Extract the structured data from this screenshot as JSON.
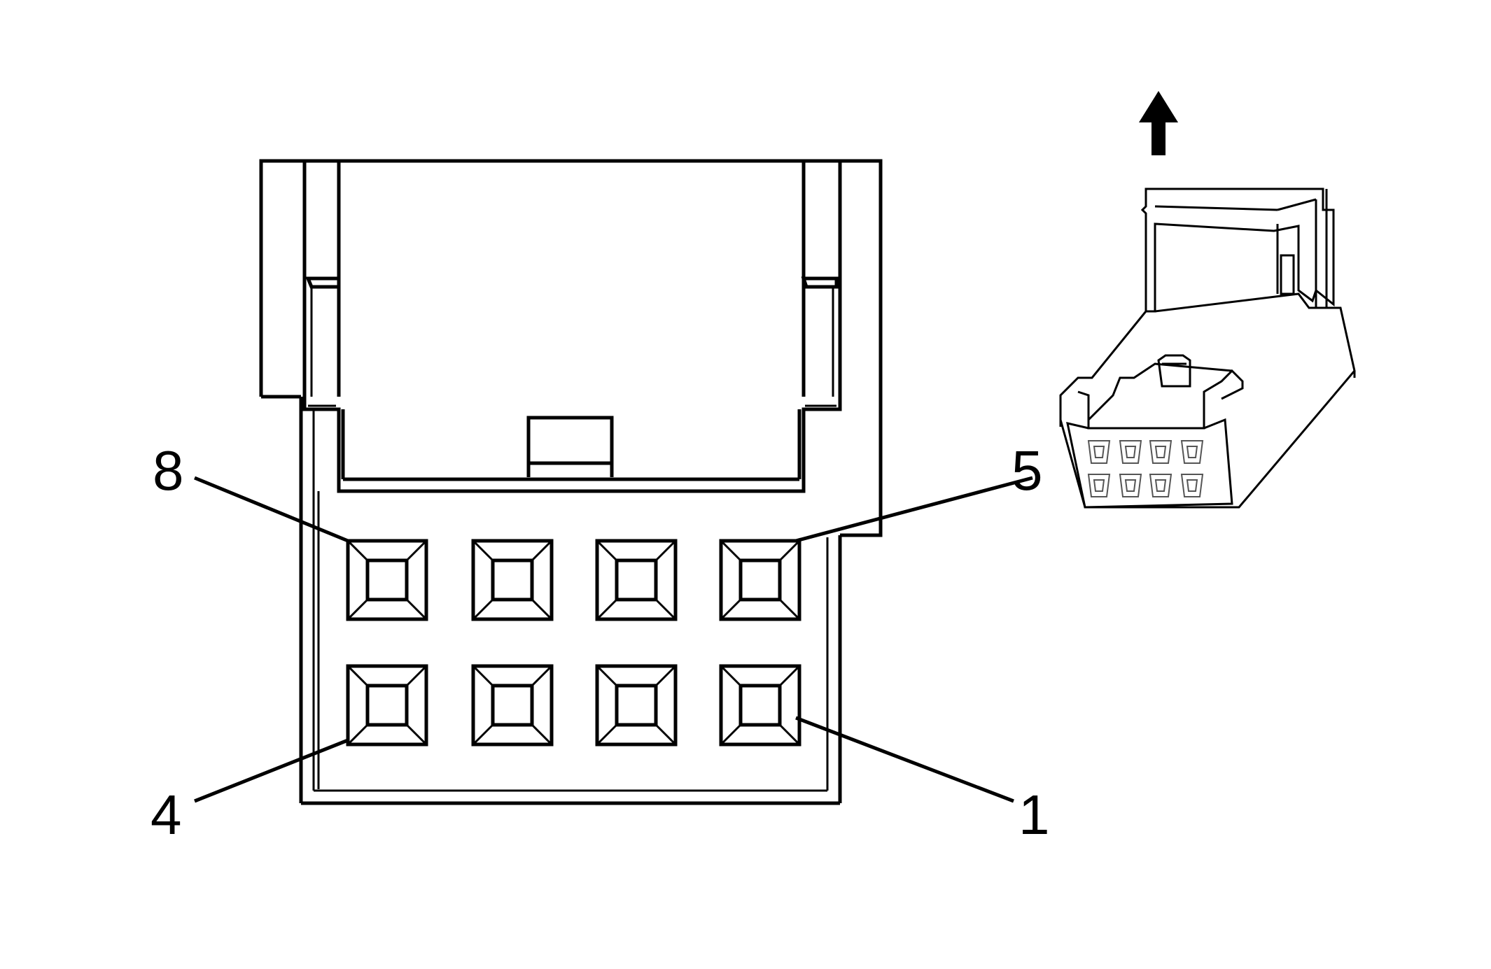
{
  "pin_labels": {
    "top_left": "8",
    "top_right": "5",
    "bottom_left": "4",
    "bottom_right": "1"
  },
  "icons": {
    "direction_arrow": "arrow-up-icon"
  }
}
